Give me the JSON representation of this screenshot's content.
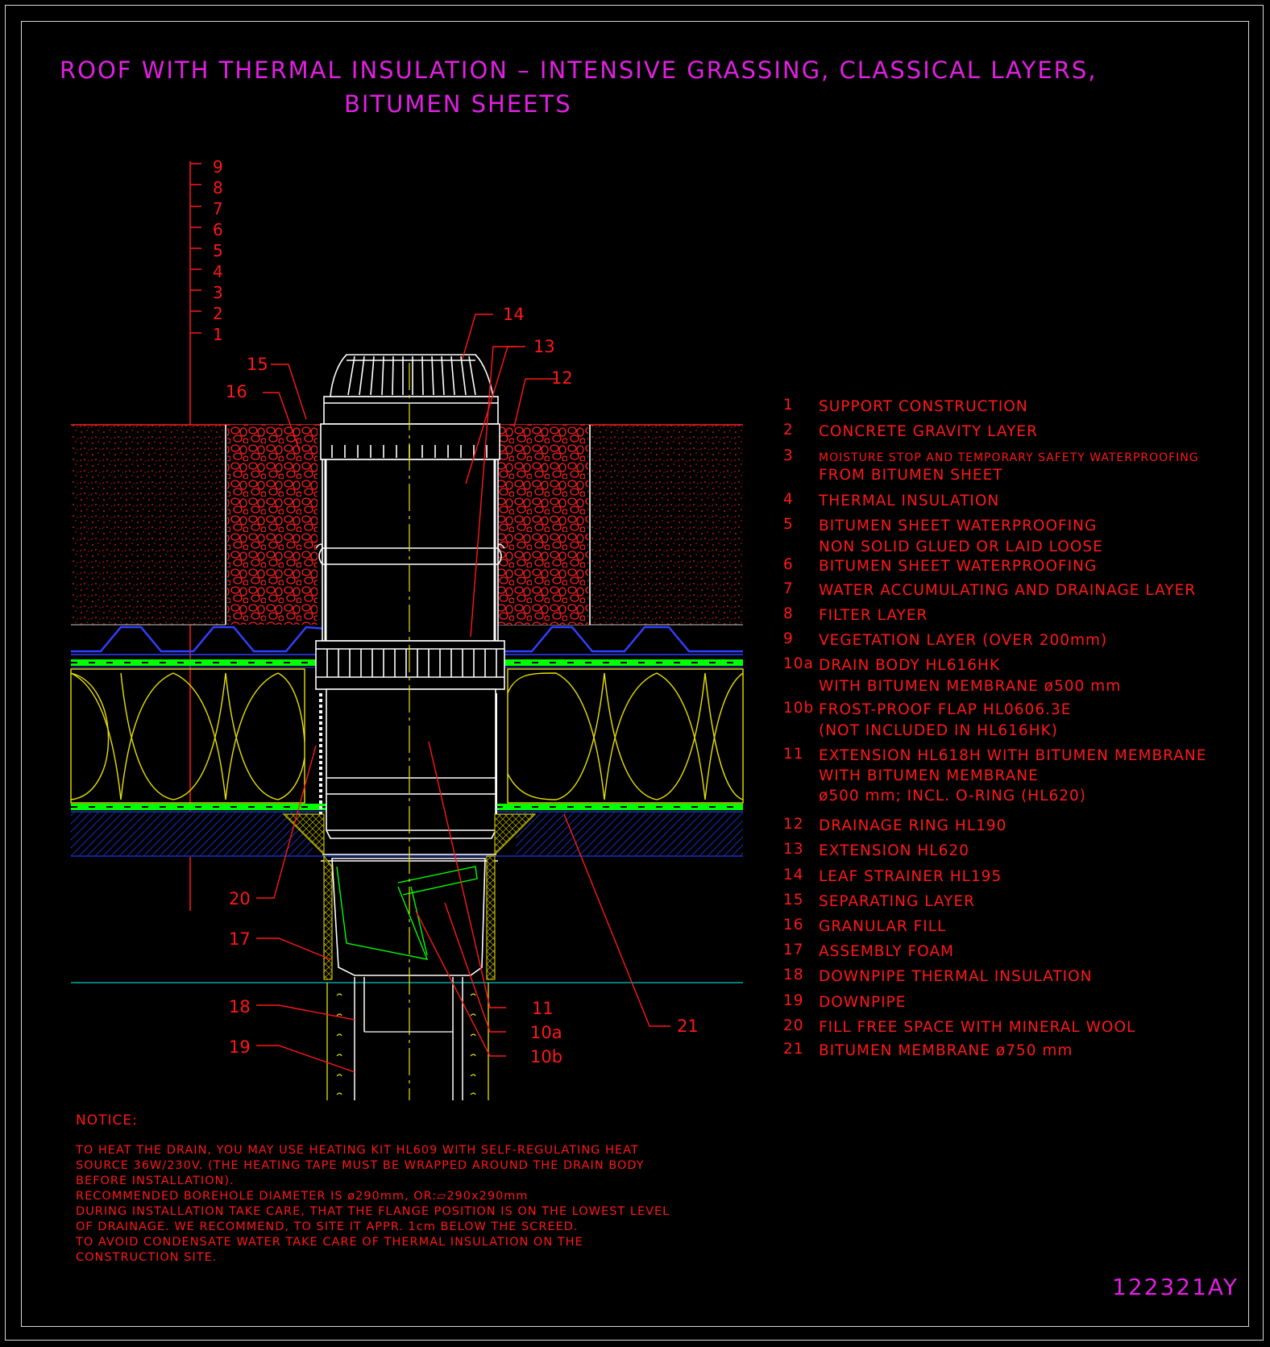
{
  "title": {
    "line1": "ROOF WITH THERMAL INSULATION – INTENSIVE GRASSING, CLASSICAL LAYERS,",
    "line2": "BITUMEN SHEETS"
  },
  "scale_labels": [
    "9",
    "8",
    "7",
    "6",
    "5",
    "4",
    "3",
    "2",
    "1"
  ],
  "callouts": {
    "c14": "14",
    "c13": "13",
    "c12": "12",
    "c15": "15",
    "c16": "16",
    "c20": "20",
    "c17": "17",
    "c18": "18",
    "c19": "19",
    "c11": "11",
    "c10a": "10a",
    "c10b": "10b",
    "c21": "21"
  },
  "legend": [
    {
      "num": "1",
      "lines": [
        "SUPPORT CONSTRUCTION"
      ]
    },
    {
      "num": "2",
      "lines": [
        "CONCRETE GRAVITY LAYER"
      ]
    },
    {
      "num": "3",
      "lines": [
        "MOISTURE STOP AND TEMPORARY SAFETY WATERPROOFING",
        "FROM BITUMEN SHEET"
      ]
    },
    {
      "num": "4",
      "lines": [
        "THERMAL INSULATION"
      ]
    },
    {
      "num": "5",
      "lines": [
        "BITUMEN SHEET WATERPROOFING",
        "NON SOLID GLUED OR LAID LOOSE"
      ]
    },
    {
      "num": "6",
      "lines": [
        "BITUMEN SHEET WATERPROOFING"
      ]
    },
    {
      "num": "7",
      "lines": [
        "WATER ACCUMULATING AND DRAINAGE LAYER"
      ]
    },
    {
      "num": "8",
      "lines": [
        "FILTER LAYER"
      ]
    },
    {
      "num": "9",
      "lines": [
        "VEGETATION LAYER (OVER 200mm)"
      ]
    },
    {
      "num": "10a",
      "lines": [
        "DRAIN BODY HL616HK",
        "WITH BITUMEN MEMBRANE ø500 mm"
      ]
    },
    {
      "num": "10b",
      "lines": [
        "FROST-PROOF FLAP HL0606.3E",
        "(NOT INCLUDED IN HL616HK)"
      ]
    },
    {
      "num": "11",
      "lines": [
        "EXTENSION HL618H WITH BITUMEN MEMBRANE",
        "WITH BITUMEN MEMBRANE",
        "ø500 mm; INCL. O-RING (HL620)"
      ]
    },
    {
      "num": "12",
      "lines": [
        "DRAINAGE RING HL190"
      ]
    },
    {
      "num": "13",
      "lines": [
        "EXTENSION HL620"
      ]
    },
    {
      "num": "14",
      "lines": [
        "LEAF STRAINER HL195"
      ]
    },
    {
      "num": "15",
      "lines": [
        "SEPARATING LAYER"
      ]
    },
    {
      "num": "16",
      "lines": [
        "GRANULAR FILL"
      ]
    },
    {
      "num": "17",
      "lines": [
        "ASSEMBLY FOAM"
      ]
    },
    {
      "num": "18",
      "lines": [
        "DOWNPIPE THERMAL INSULATION"
      ]
    },
    {
      "num": "19",
      "lines": [
        "DOWNPIPE"
      ]
    },
    {
      "num": "20",
      "lines": [
        "FILL FREE SPACE WITH MINERAL WOOL"
      ]
    },
    {
      "num": "21",
      "lines": [
        "BITUMEN MEMBRANE ø750 mm"
      ]
    }
  ],
  "notice": {
    "heading": "NOTICE:",
    "lines": [
      "TO HEAT THE DRAIN, YOU MAY USE HEATING KIT HL609 WITH SELF-REGULATING HEAT",
      "SOURCE 36W/230V. (THE HEATING TAPE MUST BE WRAPPED AROUND THE DRAIN BODY",
      "BEFORE INSTALLATION).",
      "RECOMMENDED BOREHOLE DIAMETER IS ø290mm, OR:▱290x290mm",
      "DURING INSTALLATION TAKE CARE, THAT THE FLANGE POSITION IS ON THE LOWEST LEVEL",
      "OF DRAINAGE. WE RECOMMEND, TO SITE IT APPR. 1cm BELOW THE SCREED.",
      "TO AVOID CONDENSATE WATER TAKE CARE OF THERMAL INSULATION ON THE",
      "CONSTRUCTION SITE."
    ]
  },
  "drawing_code": "122321AY",
  "colors": {
    "title": "#e020e0",
    "annotation": "#ff1818",
    "drain_lines": "#ffffff",
    "insulation": "#e8e000",
    "membrane": "#00ff00",
    "drainage_layer": "#3040ff",
    "granular_fill": "#ff2020",
    "support_construction": "#1830c0",
    "ground_line": "#00c8c8"
  }
}
